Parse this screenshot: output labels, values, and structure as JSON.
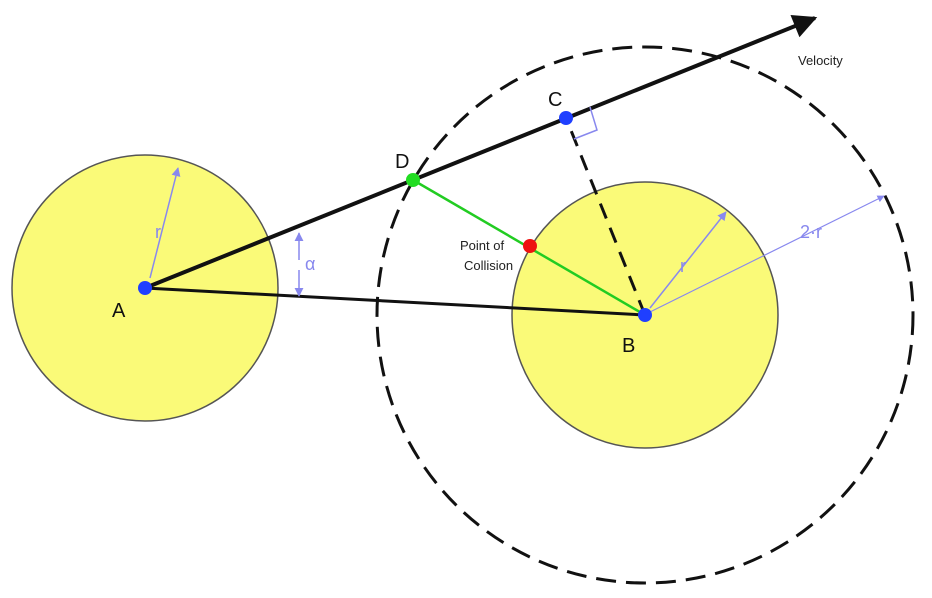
{
  "colors": {
    "circle_fill": "#fafa78",
    "circle_stroke": "#555555",
    "line": "#111111",
    "radius_arrow": "#8888ee",
    "point_blue": "#1f3fff",
    "point_green": "#22dd22",
    "point_red": "#ee1111",
    "collision_line": "#22cc22"
  },
  "labels": {
    "velocity": "Velocity",
    "point_a": "A",
    "point_b": "B",
    "point_c": "C",
    "point_d": "D",
    "radius_a": "r",
    "radius_b": "r",
    "radius_2r": "2·r",
    "angle": "α",
    "collision_line1": "Point of",
    "collision_line2": "Collision"
  }
}
